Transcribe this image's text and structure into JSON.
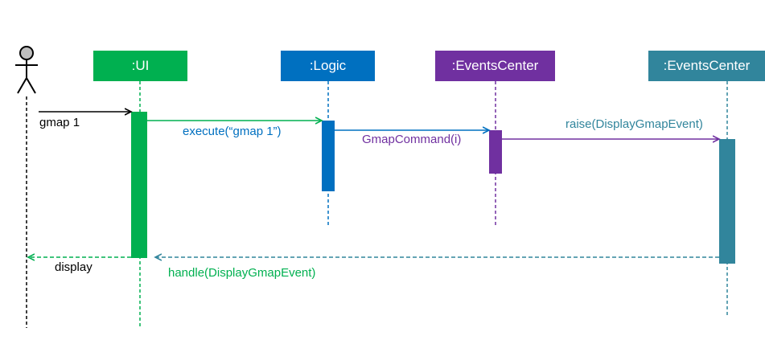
{
  "colors": {
    "ui": "#00B050",
    "logic": "#0070C0",
    "events_center_1": "#7030A0",
    "events_center_2": "#31859C",
    "actor": "#000000",
    "actor_head_fill": "#BFBFBF"
  },
  "participants": {
    "ui": ":UI",
    "logic": ":Logic",
    "events_center_1": ":EventsCenter",
    "events_center_2": ":EventsCenter"
  },
  "messages": {
    "m1": "gmap 1",
    "m2": "execute(“gmap 1”)",
    "m3": "GmapCommand(i)",
    "m4": "raise(DisplayGmapEvent)",
    "m5": "handle(DisplayGmapEvent)",
    "m6": "display"
  }
}
